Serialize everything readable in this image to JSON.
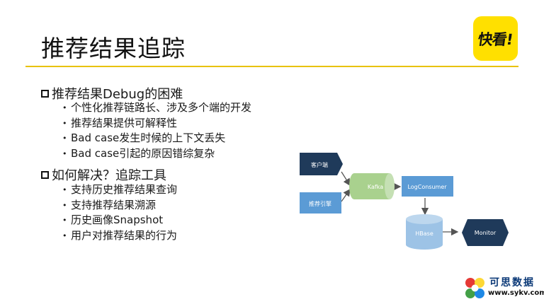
{
  "slide": {
    "title": "推荐结果追踪",
    "logo_text": "快看!"
  },
  "section1": {
    "heading": "推荐结果Debug的困难",
    "bullets": [
      "个性化推荐链路长、涉及多个端的开发",
      "推荐结果提供可解释性",
      "Bad case发生时候的上下文丢失",
      "Bad case引起的原因错综复杂"
    ]
  },
  "section2": {
    "heading": "如何解决？追踪工具",
    "bullets": [
      "支持历史推荐结果查询",
      "支持推荐结果溯源",
      "历史画像Snapshot",
      "用户对推荐结果的行为"
    ]
  },
  "diagram": {
    "client": "客户端",
    "engine": "推荐引擎",
    "kafka": "Kafka",
    "logconsumer": "LogConsumer",
    "hbase": "HBase",
    "monitor": "Monitor"
  },
  "watermark": {
    "line1": "可思数据",
    "line2": "www.sykv.com"
  },
  "colors": {
    "accent_rule": "#e8c200",
    "logo_bg": "#ffe000",
    "client_node": "#1f3a5a",
    "engine_node": "#5b9bd5",
    "kafka_node": "#a9d18e",
    "logconsumer_node": "#5b9bd5",
    "hbase_node": "#9dc3e6",
    "monitor_node": "#1f3a5a"
  }
}
